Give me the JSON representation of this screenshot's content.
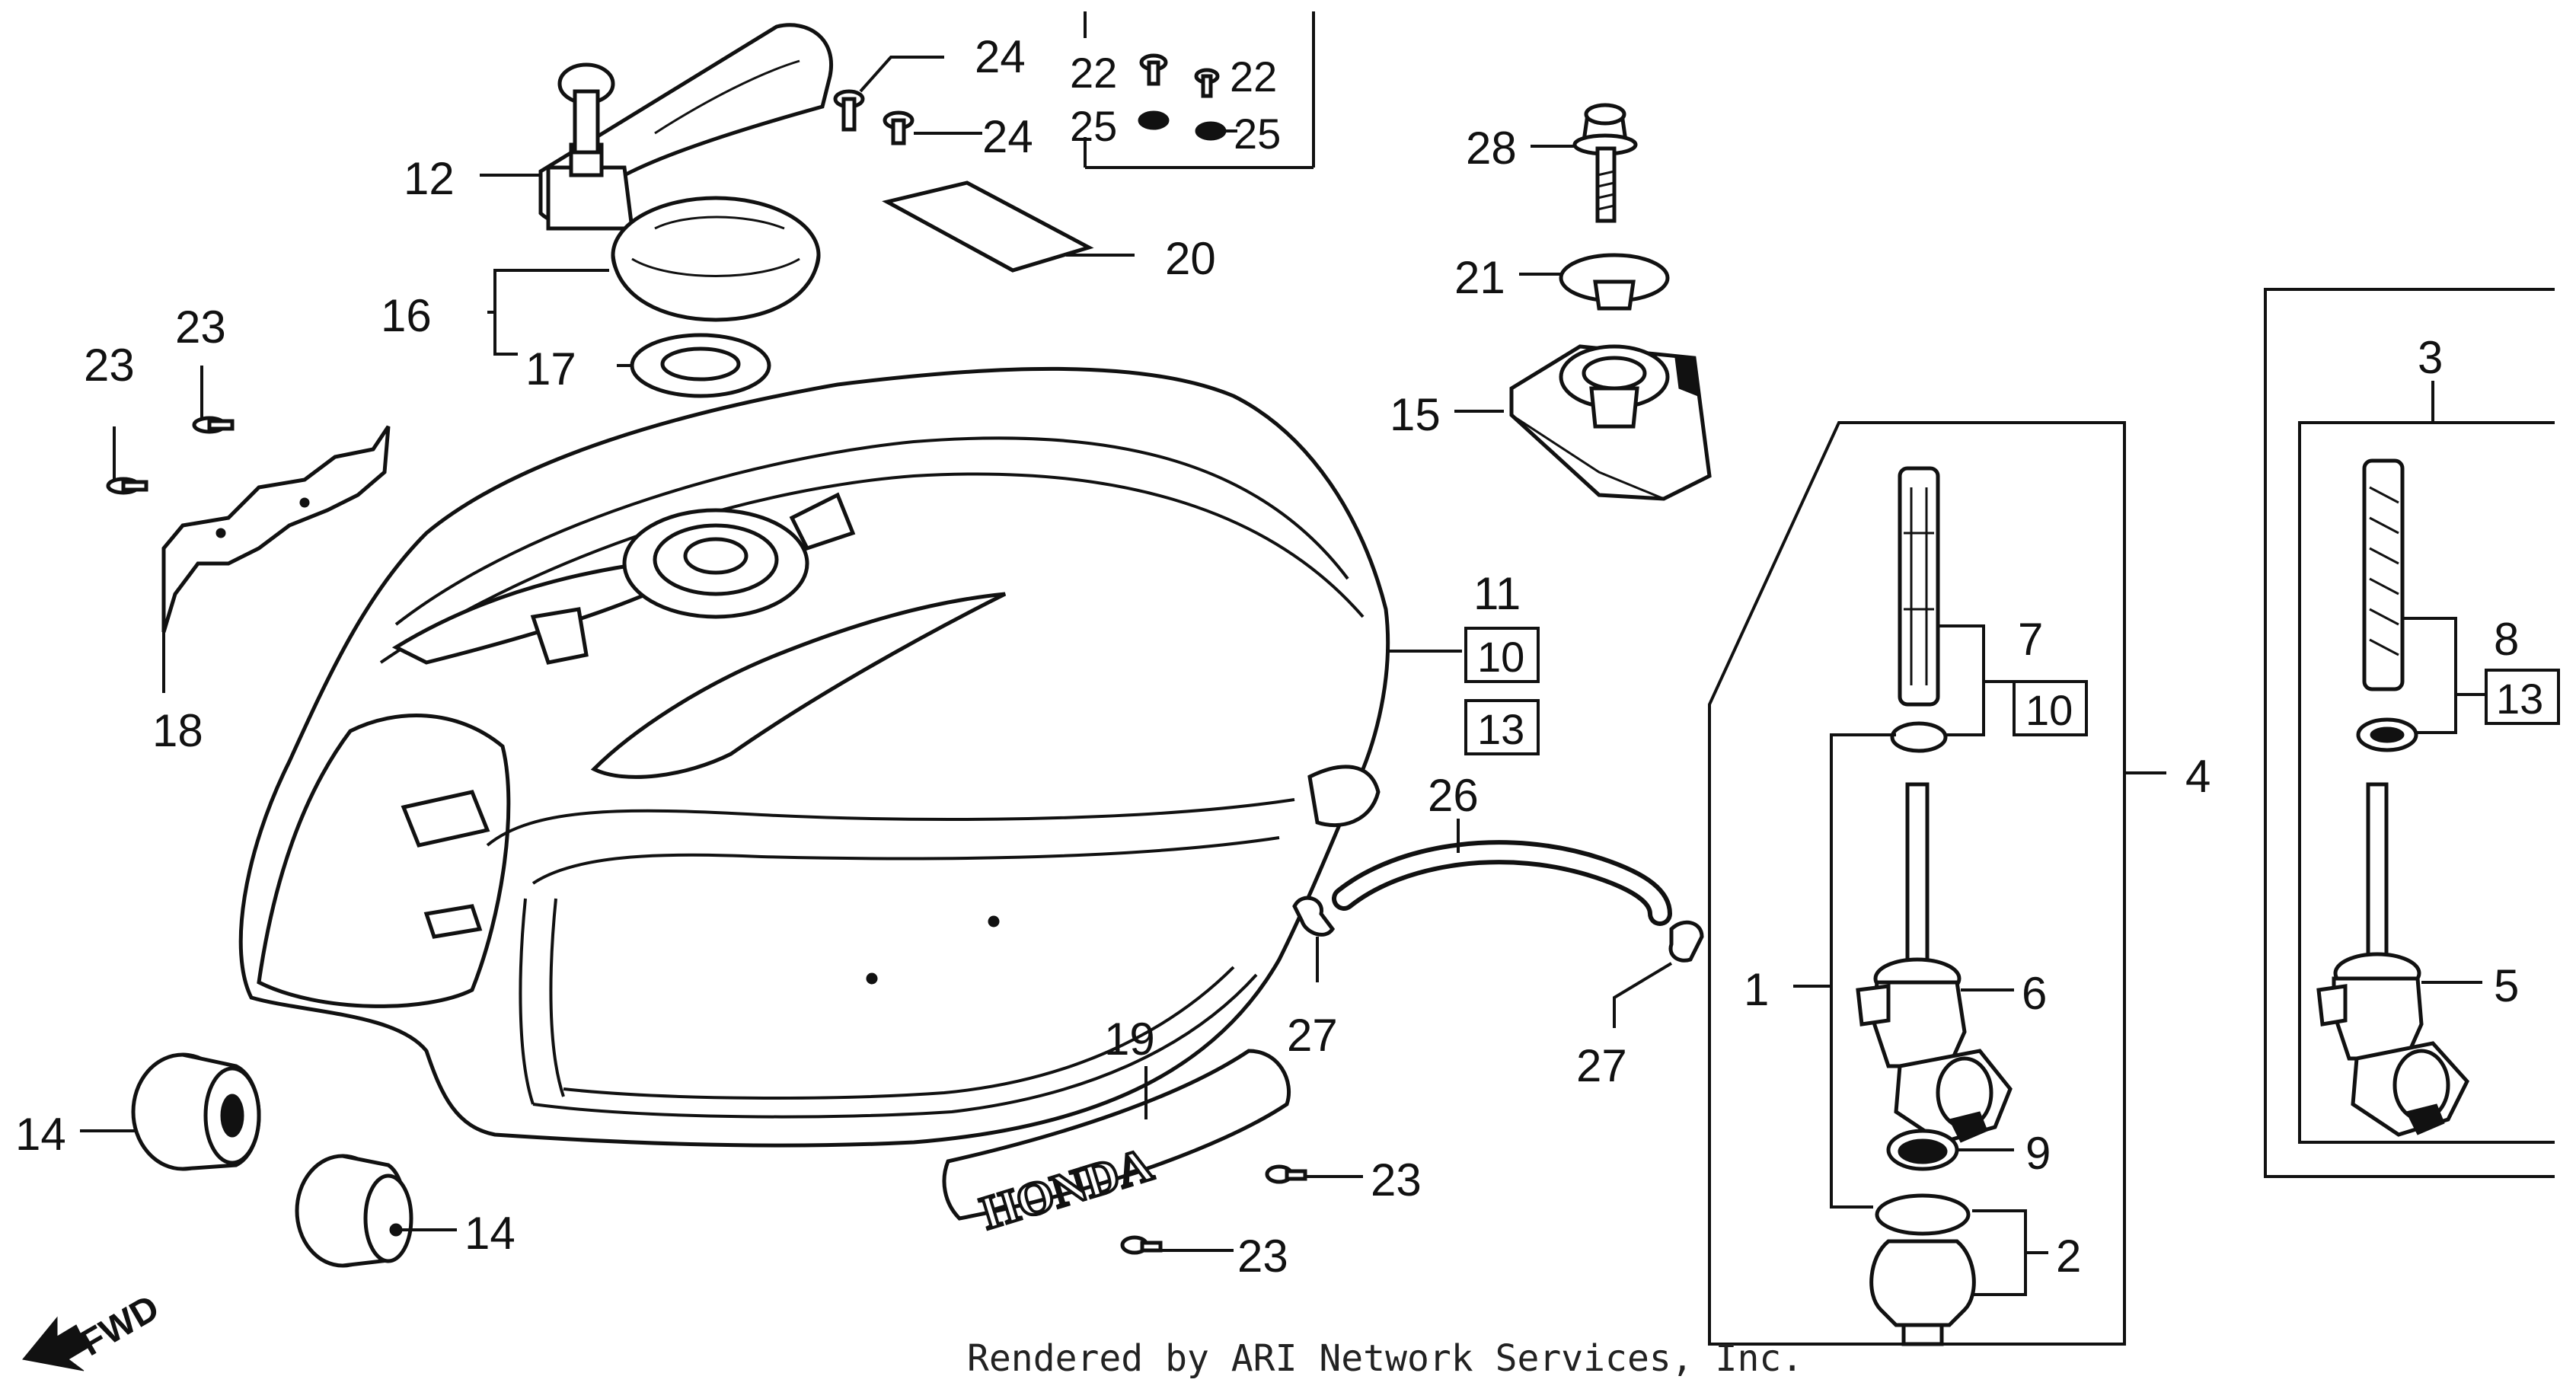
{
  "callouts": {
    "c1": "1",
    "c2": "2",
    "c3": "3",
    "c4": "4",
    "c5": "5",
    "c6": "6",
    "c7": "7",
    "c8": "8",
    "c9": "9",
    "c11": "11",
    "c12": "12",
    "c14a": "14",
    "c14b": "14",
    "c15": "15",
    "c16": "16",
    "c17": "17",
    "c18": "18",
    "c19": "19",
    "c20": "20",
    "c21": "21",
    "c22a": "22",
    "c22b": "22",
    "c23a": "23",
    "c23b": "23",
    "c23c": "23",
    "c23d": "23",
    "c24a": "24",
    "c24b": "24",
    "c25a": "25",
    "c25b": "25",
    "c26": "26",
    "c27a": "27",
    "c27b": "27",
    "c28": "28"
  },
  "boxed_refs": {
    "b10a": "10",
    "b13a": "13",
    "b10b": "10",
    "b13b": "13"
  },
  "emblem_text": "HONDA",
  "fwd_text": "FWD",
  "credit": "Rendered by ARI Network Services, Inc."
}
